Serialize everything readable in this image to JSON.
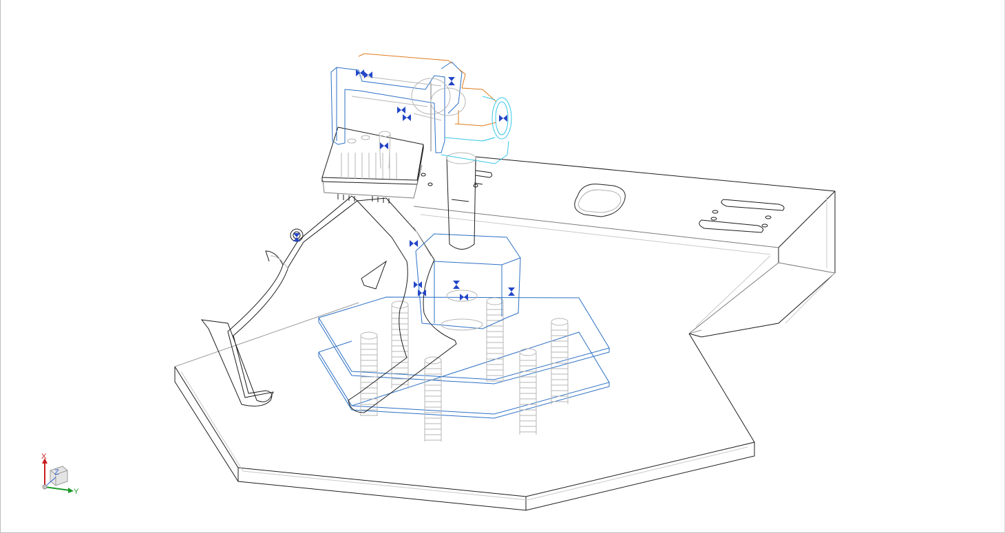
{
  "viewport": {
    "background": "#ffffff"
  },
  "colors": {
    "edge": "#1a1a1a",
    "hidden_edge": "#b5b5b5",
    "selected_blue": "#2a6fc4",
    "orange": "#e07a1a",
    "cyan": "#36c7e6",
    "mate_icon": "#2346c8"
  },
  "triad": {
    "x_label": "X",
    "y_label": "Y",
    "z_label": "Z",
    "x_color": "#c81e1e",
    "y_color": "#1e9a2a",
    "z_color": "#2a5fd0"
  }
}
